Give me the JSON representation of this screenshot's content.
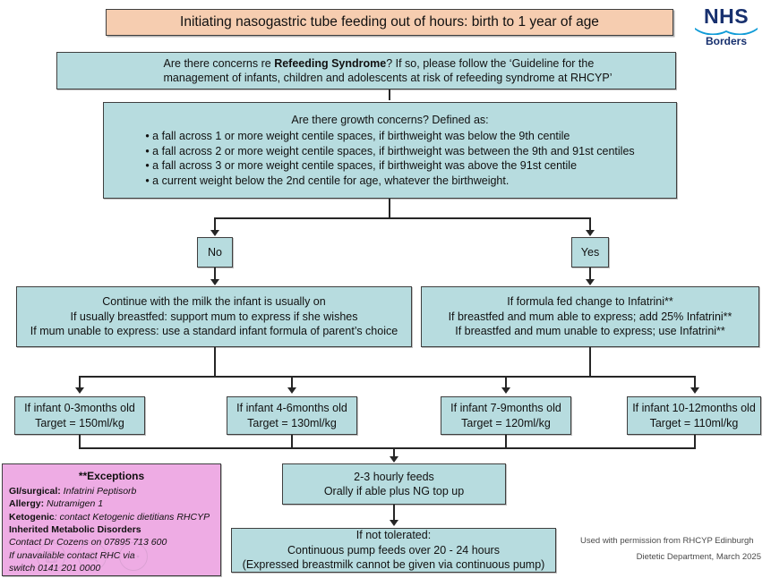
{
  "title": {
    "text": "Initiating nasogastric tube feeding out of hours: birth to 1 year of age"
  },
  "logo": {
    "primary": "NHS",
    "secondary": "Borders"
  },
  "refeeding": {
    "line1_a": "Are there concerns re ",
    "line1_bold": "Refeeding Syndrome",
    "line1_b": "?  If so, please follow the ‘Guideline for the",
    "line2": "management of infants, children and adolescents at risk of refeeding syndrome at RHCYP’"
  },
  "growth": {
    "heading": "Are there growth concerns? Defined as:",
    "bullets": [
      "• a fall across 1 or more weight centile spaces, if birthweight was below the 9th centile",
      "• a fall across 2 or more weight centile spaces, if birthweight was between the 9th and 91st centiles",
      "• a fall across 3 or more weight centile spaces, if birthweight was above the 91st centile",
      "• a current weight below the 2nd centile for age, whatever the birthweight."
    ]
  },
  "decision": {
    "no_label": "No",
    "yes_label": "Yes"
  },
  "continue_branch": {
    "line1": "Continue with the milk the infant is usually on",
    "line2": "If usually breastfed: support mum to express if she wishes",
    "line3": "If mum unable to express: use a standard infant formula of parent’s choice"
  },
  "infatrini_branch": {
    "line1": "If formula fed change to Infatrini**",
    "line2": "If breastfed and mum able to express; add 25% Infatrini**",
    "line3": "If breastfed and mum unable to express; use Infatrini**"
  },
  "age_targets": [
    {
      "age": "If infant 0-3months old",
      "target": "Target = 150ml/kg"
    },
    {
      "age": "If infant 4-6months old",
      "target": "Target = 130ml/kg"
    },
    {
      "age": "If infant 7-9months old",
      "target": "Target = 120ml/kg"
    },
    {
      "age": "If infant 10-12months old",
      "target": "Target = 110ml/kg"
    }
  ],
  "hourly_feeds": {
    "line1": "2-3 hourly feeds",
    "line2": "Orally if able plus NG top up"
  },
  "not_tolerated": {
    "line1": "If not tolerated:",
    "line2": "Continuous pump feeds over 20 - 24 hours",
    "line3": "(Expressed breastmilk cannot be given via continuous pump)"
  },
  "exceptions": {
    "title": "**Exceptions",
    "gi_label": "GI/surgical:",
    "gi_value": " Infatrini Peptisorb",
    "allergy_label": "Allergy:",
    "allergy_value": " Nutramigen 1",
    "ketogenic_label": "Ketogenic",
    "ketogenic_value": ": contact Ketogenic dietitians RHCYP",
    "imd_label": "Inherited Metabolic Disorders",
    "contact_line": "Contact Dr Cozens on 07895 713 600",
    "unavailable_line": "If unavailable contact RHC  via",
    "switch_line": "switch 0141 201 0000",
    "watermark_icons": [
      "save-icon",
      "magnifier-icon",
      "ellipsis-icon"
    ]
  },
  "credit": {
    "line1": "Used with permission from RHCYP Edinburgh",
    "line2": "Dietetic Department, March 2025"
  },
  "colors": {
    "teal_fill": "#b7dcdf",
    "peach_fill": "#f6cdb0",
    "pink_fill": "#eeace4",
    "border": "#3f3f3f",
    "connector": "#262626",
    "nhs_blue": "#17306e",
    "nhs_swoosh": "#0f9bd7"
  }
}
